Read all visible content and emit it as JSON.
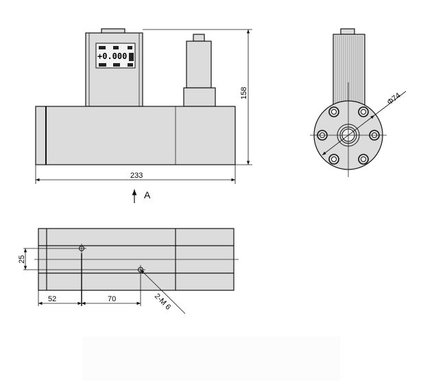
{
  "front_view": {
    "display": {
      "value": "+0.000"
    },
    "dimensions": {
      "height": "158",
      "length": "233"
    },
    "view_arrow_label": "A"
  },
  "side_view": {
    "dimensions": {
      "flange_diameter": "Φ74"
    }
  },
  "bottom_view": {
    "dimensions": {
      "hole_offset": "25",
      "edge_to_hole": "52",
      "hole_spacing": "70"
    },
    "hole_callout": "2-M 6"
  },
  "colors": {
    "part_fill": "#dcdcdc",
    "line": "#111111"
  }
}
